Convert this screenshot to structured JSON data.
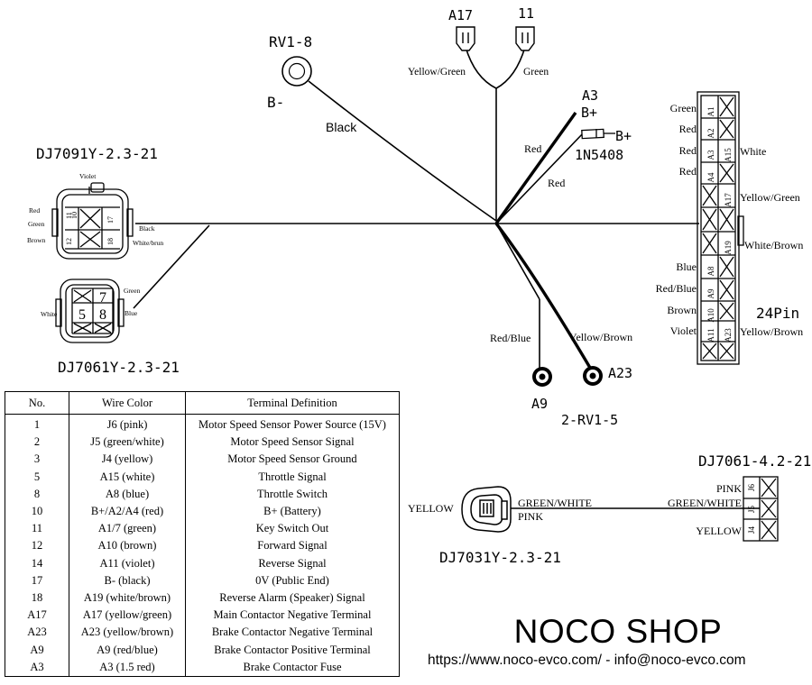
{
  "labels": {
    "rv1_8": "RV1-8",
    "b_minus": "B-",
    "black": "Black",
    "a17_top": "A17",
    "n11_top": "11",
    "yellow_green_top": "Yellow/Green",
    "green_top": "Green",
    "a3": "A3",
    "b_plus_1": "B+",
    "b_plus_2": "B+",
    "diode": "1N5408",
    "red_1": "Red",
    "red_2": "Red",
    "red_blue": "Red/Blue",
    "yellow_brown": "Yellow/Brown",
    "a9": "A9",
    "a23": "A23",
    "rv1_5": "2-RV1-5",
    "conn_dj7091": "DJ7091Y-2.3-21",
    "conn_dj7061": "DJ7061Y-2.3-21",
    "conn_dj7031": "DJ7031Y-2.3-21",
    "conn_dj7061_4": "DJ7061-4.2-21",
    "pin24": "24Pin"
  },
  "connector_7091": {
    "violet": "Violet",
    "red": "Red",
    "green": "Green",
    "brown": "Brown",
    "black": "Black",
    "white_brown": "White/brun",
    "pins": [
      "10",
      "11",
      "12",
      "17",
      "18"
    ]
  },
  "connector_7061": {
    "green": "Green",
    "white": "White",
    "blue": "Blue",
    "pins": [
      "7",
      "5",
      "8"
    ]
  },
  "connector_24pin": {
    "left_labels": [
      "Green",
      "Red",
      "Red",
      "Red",
      "Blue",
      "Red/Blue",
      "Brown",
      "Violet"
    ],
    "right_labels": [
      "White",
      "Yellow/Green",
      "White/Brown",
      "Yellow/Brown"
    ],
    "pins": [
      "A1",
      "A2",
      "A3",
      "A15",
      "A4",
      "A17",
      "A19",
      "A8",
      "A9",
      "A10",
      "A11",
      "A23"
    ]
  },
  "sensor_lower": {
    "yellow_left": "YELLOW",
    "green_white_1": "GREEN/WHITE",
    "pink_1": "PINK",
    "green_white_2": "GREEN/WHITE",
    "pink_2": "PINK",
    "yellow_right": "YELLOW",
    "pins": [
      "J6",
      "J5",
      "J4"
    ]
  },
  "table": {
    "headers": [
      "No.",
      "Wire Color",
      "Terminal Definition"
    ],
    "rows": [
      [
        "1",
        "J6 (pink)",
        "Motor Speed Sensor Power Source (15V)"
      ],
      [
        "2",
        "J5 (green/white)",
        "Motor Speed Sensor Signal"
      ],
      [
        "3",
        "J4 (yellow)",
        "Motor Speed Sensor Ground"
      ],
      [
        "5",
        "A15 (white)",
        "Throttle Signal"
      ],
      [
        "8",
        "A8 (blue)",
        "Throttle Switch"
      ],
      [
        "10",
        "B+/A2/A4 (red)",
        "B+ (Battery)"
      ],
      [
        "11",
        "A1/7 (green)",
        "Key Switch Out"
      ],
      [
        "12",
        "A10 (brown)",
        "Forward Signal"
      ],
      [
        "14",
        "A11 (violet)",
        "Reverse Signal"
      ],
      [
        "17",
        "B- (black)",
        "0V (Public End)"
      ],
      [
        "18",
        "A19 (white/brown)",
        "Reverse Alarm (Speaker) Signal"
      ],
      [
        "A17",
        "A17 (yellow/green)",
        "Main Contactor Negative Terminal"
      ],
      [
        "A23",
        "A23 (yellow/brown)",
        "Brake Contactor Negative Terminal"
      ],
      [
        "A9",
        "A9 (red/blue)",
        "Brake Contactor Positive Terminal"
      ],
      [
        "A3",
        "A3 (1.5 red)",
        "Brake Contactor Fuse"
      ]
    ]
  },
  "footer": {
    "shop": "NOCO SHOP",
    "contact": "https://www.noco-evco.com/  -  info@noco-evco.com"
  }
}
